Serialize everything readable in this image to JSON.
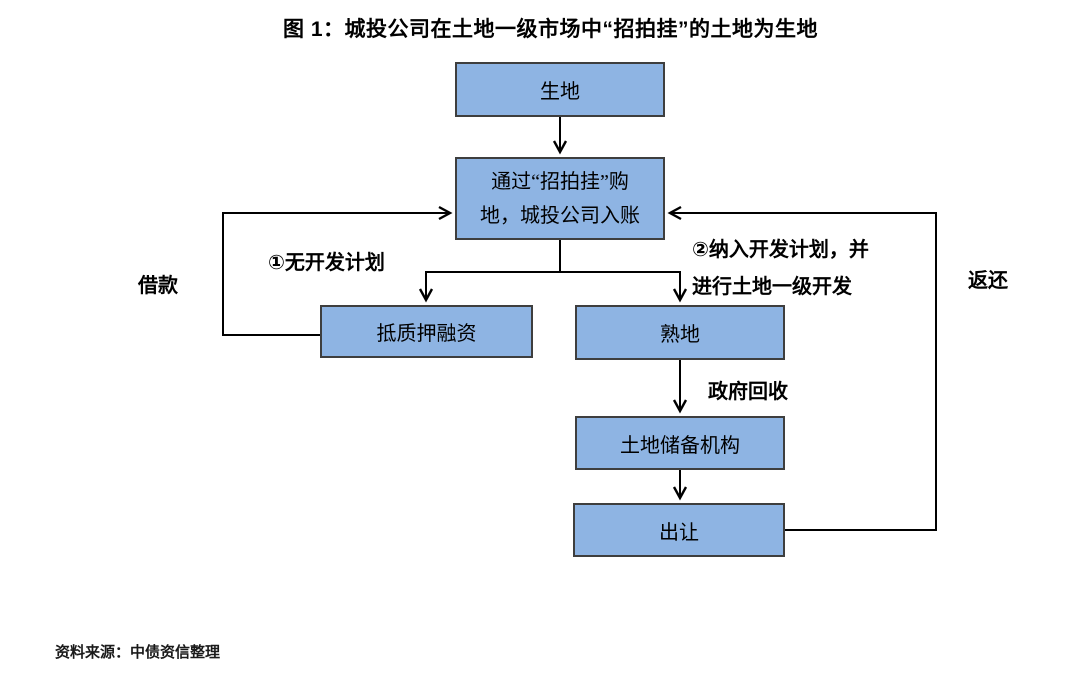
{
  "title": "图 1：城投公司在土地一级市场中“招拍挂”的土地为生地",
  "nodes": {
    "raw_land": "生地",
    "purchase_line1": "通过“招拍挂”购",
    "purchase_line2": "地，城投公司入账",
    "mortgage": "抵质押融资",
    "mature_land": "熟地",
    "land_reserve": "土地储备机构",
    "transfer": "出让"
  },
  "edge_labels": {
    "borrow": "借款",
    "no_dev_plan": "①无开发计划",
    "dev_plan_line1": "②纳入开发计划，并",
    "dev_plan_line2": "进行土地一级开发",
    "gov_recovery": "政府回收",
    "give_back": "返还"
  },
  "source_note": "资料来源：中债资信整理",
  "colors": {
    "box_fill": "#8EB4E3",
    "box_border": "#3E3E3E",
    "line": "#000000",
    "text": "#000000"
  }
}
